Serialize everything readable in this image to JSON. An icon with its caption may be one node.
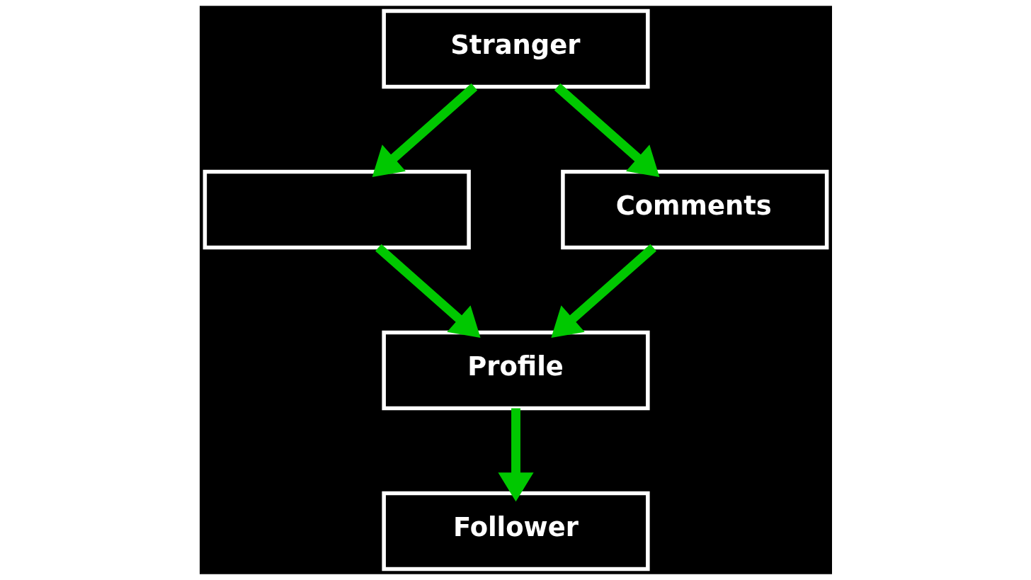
{
  "diagram": {
    "nodes": [
      {
        "text": [
          "Stranger"
        ]
      },
      {
        "text": [],
        "shape": "box"
      },
      {
        "text": [
          "Comments"
        ]
      },
      {
        "text": [
          "Profile"
        ]
      },
      {
        "text": [
          "Follower"
        ]
      }
    ],
    "edges": [
      {
        "from": 0,
        "to": 1,
        "arrow": "to"
      },
      {
        "from": 0,
        "to": 2,
        "arrow": "to"
      },
      {
        "from": 1,
        "to": 3,
        "arrow": "to"
      },
      {
        "from": 2,
        "to": 3,
        "arrow": "to"
      },
      {
        "from": 3,
        "to": 4,
        "arrow": "to"
      }
    ]
  }
}
